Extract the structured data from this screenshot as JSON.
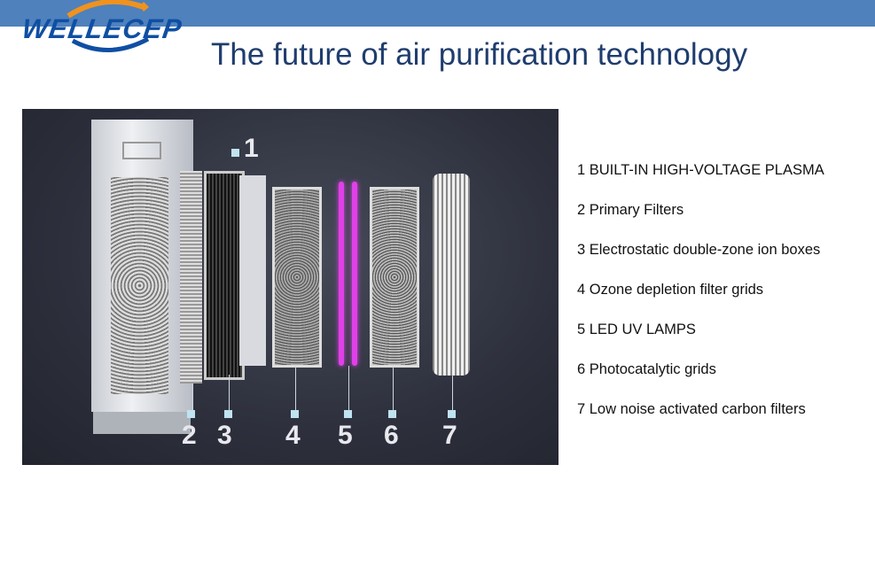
{
  "header": {
    "logo_text": "WELLECEP",
    "title": "The future of air purification technology"
  },
  "photo": {
    "labels": [
      "1",
      "2",
      "3",
      "4",
      "5",
      "6",
      "7"
    ]
  },
  "components": [
    "1 BUILT-IN HIGH-VOLTAGE PLASMA",
    "2 Primary Filters",
    "3 Electrostatic double-zone ion boxes",
    "4 Ozone depletion filter grids",
    "5 LED UV LAMPS",
    "6 Photocatalytic grids",
    "7 Low noise activated carbon filters"
  ],
  "colors": {
    "bar": "#4f81bd",
    "title": "#1f3d6e",
    "logo_blue": "#0f4fa3",
    "logo_orange": "#f0921e",
    "uv_lamp": "#e040e8"
  }
}
